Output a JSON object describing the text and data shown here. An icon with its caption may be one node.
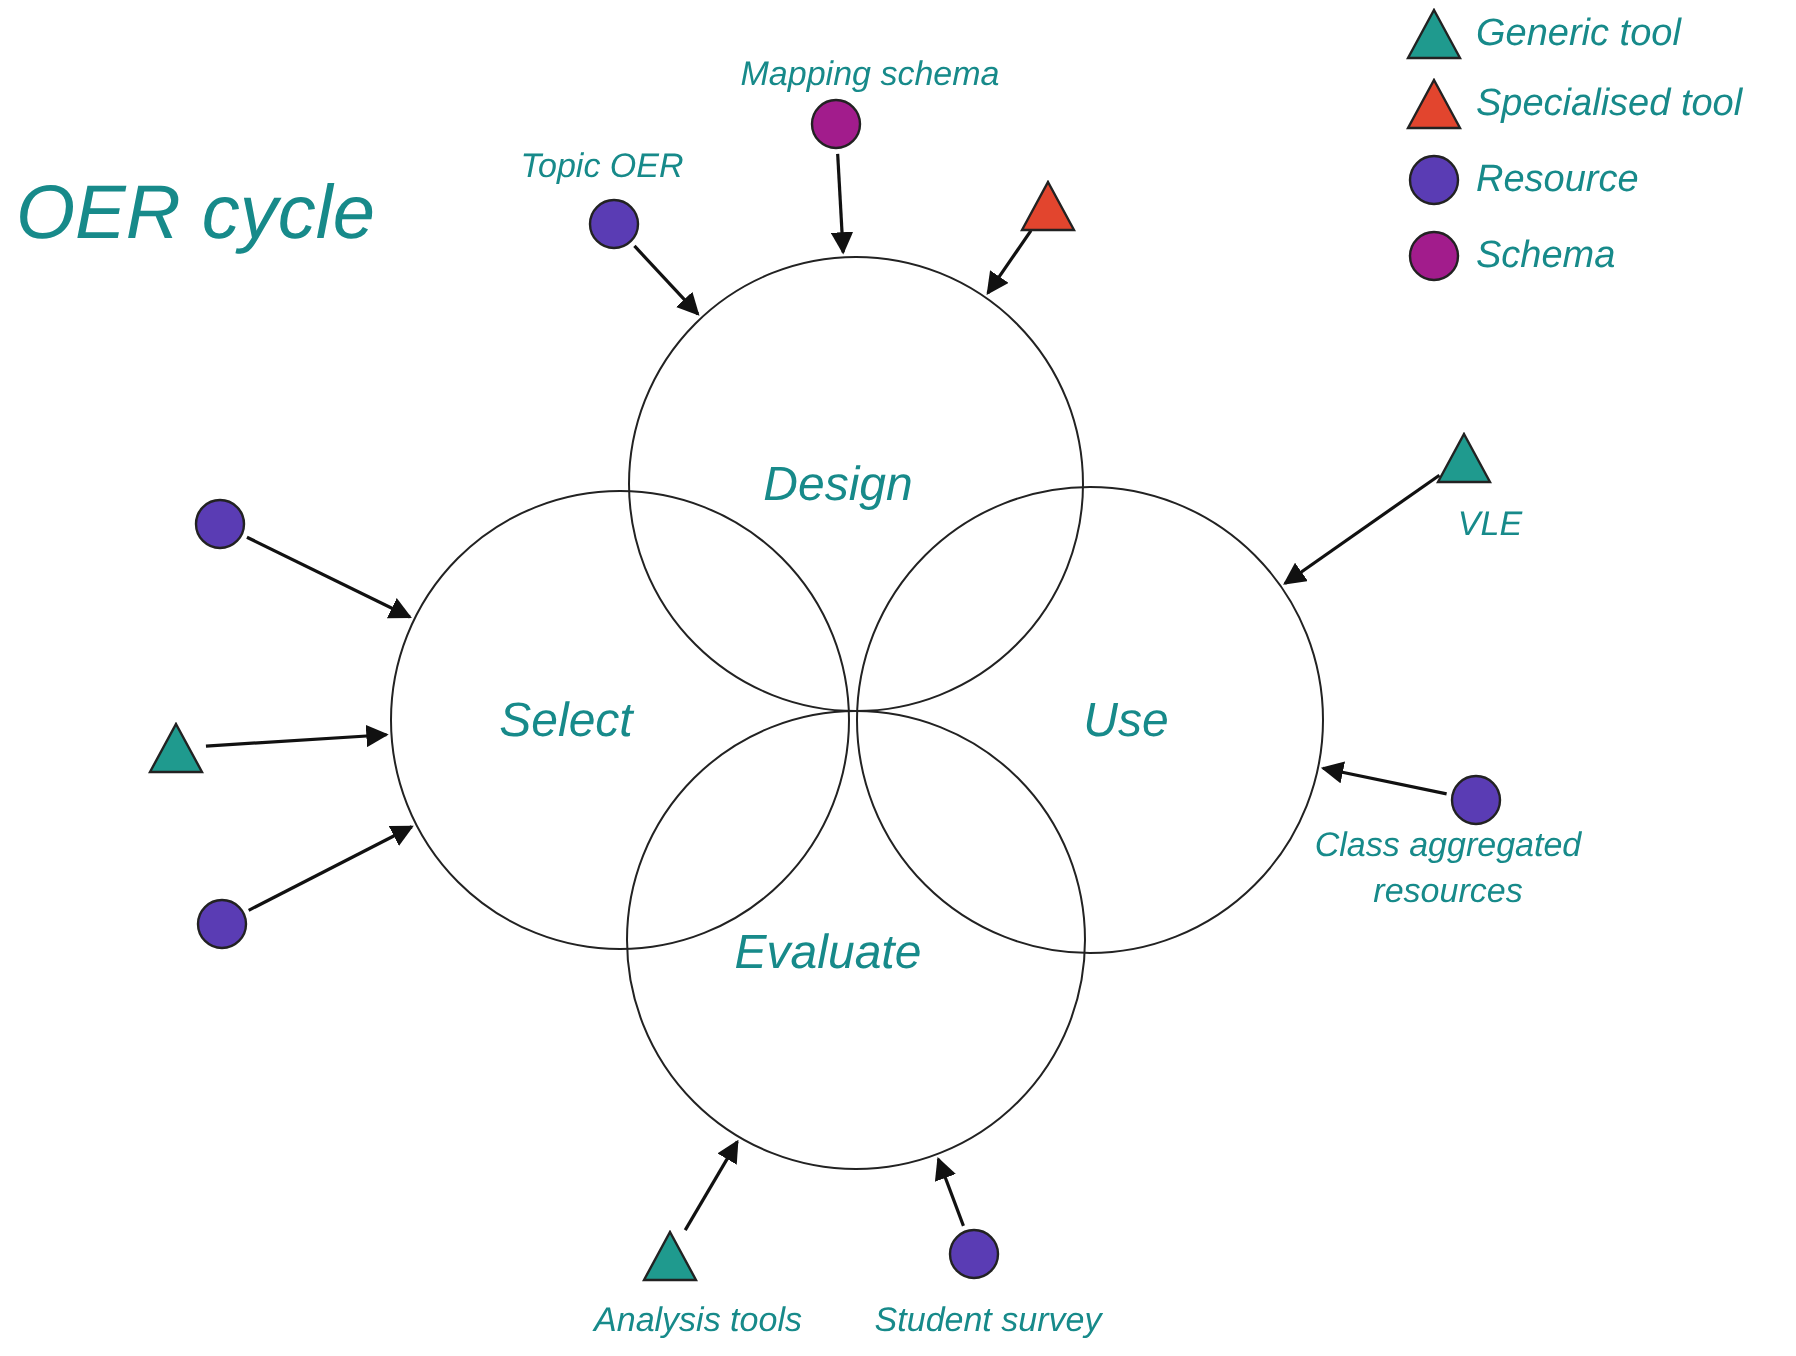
{
  "diagram": {
    "title": "OER cycle",
    "nodes": [
      {
        "text": [
          "Design"
        ]
      },
      {
        "text": [
          "Select"
        ]
      },
      {
        "text": [
          "Use"
        ]
      },
      {
        "text": [
          "Evaluate"
        ]
      },
      {
        "text": [],
        "shape": "circle",
        "beside": [
          "Mapping schema"
        ]
      },
      {
        "text": [],
        "shape": "circle",
        "beside": [
          "Topic OER"
        ]
      },
      {
        "text": [],
        "shape": "triangle"
      },
      {
        "text": [],
        "shape": "triangle",
        "beside": [
          "VLE"
        ]
      },
      {
        "text": [],
        "shape": "circle"
      },
      {
        "text": [],
        "shape": "triangle"
      },
      {
        "text": [],
        "shape": "circle",
        "beside": [
          "Class aggregated resources"
        ]
      },
      {
        "text": [],
        "shape": "circle"
      },
      {
        "text": [],
        "shape": "triangle",
        "beside": [
          "Analysis tools"
        ]
      },
      {
        "text": [],
        "shape": "circle",
        "beside": [
          "Student survey"
        ]
      }
    ],
    "edges": [
      {
        "from": 4,
        "to": 0,
        "arrow": "to"
      },
      {
        "from": 5,
        "to": 0,
        "arrow": "to"
      },
      {
        "from": 6,
        "to": 0,
        "arrow": "to"
      },
      {
        "from": 7,
        "to": 2,
        "arrow": "to"
      },
      {
        "from": 10,
        "to": 2,
        "arrow": "to"
      },
      {
        "from": 8,
        "to": 1,
        "arrow": "to"
      },
      {
        "from": 9,
        "to": 1,
        "arrow": "to"
      },
      {
        "from": 11,
        "to": 1,
        "arrow": "to"
      },
      {
        "from": 12,
        "to": 3,
        "arrow": "to"
      },
      {
        "from": 13,
        "to": 3,
        "arrow": "to"
      }
    ],
    "legend": [
      {
        "text": "Generic tool"
      },
      {
        "text": "Specialised tool"
      },
      {
        "text": "Resource"
      },
      {
        "text": "Schema"
      }
    ]
  }
}
